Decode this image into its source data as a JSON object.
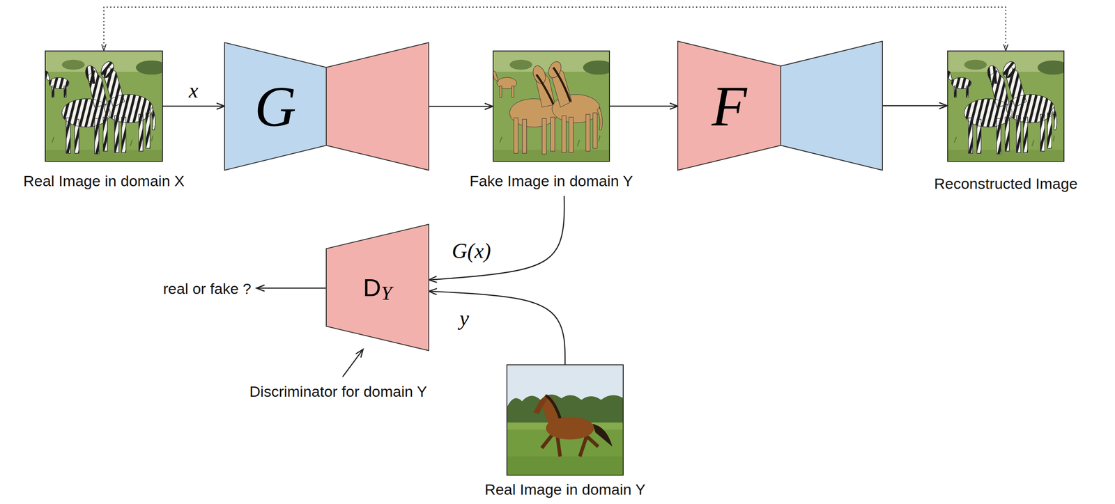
{
  "diagram": {
    "nodes": [
      {
        "text": [
          "Real Image in domain X"
        ]
      },
      {
        "text": [
          "G"
        ]
      },
      {
        "text": [
          "Fake Image in domain Y"
        ]
      },
      {
        "text": [
          "F"
        ]
      },
      {
        "text": [
          "Reconstructed Image"
        ]
      },
      {
        "text": [
          "D",
          "Y"
        ]
      },
      {
        "text": [
          "Real Image in domain Y"
        ]
      }
    ],
    "edges": [
      {
        "from": 0,
        "to": 1,
        "label": "x",
        "arrow": "to"
      },
      {
        "from": 1,
        "to": 2,
        "arrow": "to"
      },
      {
        "from": 2,
        "to": 3,
        "arrow": "to"
      },
      {
        "from": 3,
        "to": 4,
        "arrow": "to"
      },
      {
        "from": 2,
        "to": 5,
        "label": "G(x)",
        "arrow": "to"
      },
      {
        "from": 6,
        "to": 5,
        "label": "y",
        "arrow": "to"
      },
      {
        "from": 0,
        "to": 4,
        "arrow": "both"
      }
    ],
    "labels": [
      "real or fake ?",
      "Discriminator for domain Y"
    ]
  }
}
